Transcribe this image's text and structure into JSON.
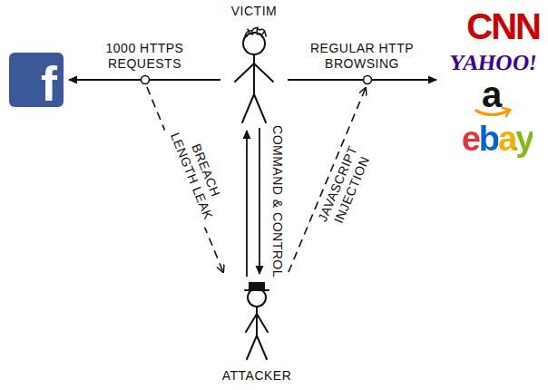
{
  "diagram": {
    "nodes": [
      {
        "text": [
          "VICTIM"
        ]
      },
      {
        "text": [
          "f"
        ]
      },
      {
        "text": [
          "CNN"
        ]
      },
      {
        "text": [
          "YAHOO!"
        ]
      },
      {
        "text": [
          "a"
        ]
      },
      {
        "text": [
          "ebay"
        ]
      },
      {
        "text": [
          "ATTACKER"
        ]
      }
    ],
    "edges": [
      {
        "from": 0,
        "to": 1,
        "arrow": "to",
        "label": "1000 HTTPS REQUESTS"
      },
      {
        "from": 0,
        "to": 4,
        "arrow": "to",
        "label": "REGULAR HTTP BROWSING"
      },
      {
        "from": 6,
        "to": 0,
        "arrow": "to"
      },
      {
        "from": 0,
        "to": 6,
        "arrow": "to",
        "label": "COMMAND & CONTROL"
      }
    ],
    "labels": [
      "BREACH LENGTH LEAK",
      "JAVASCRIPT INJECTION"
    ]
  }
}
